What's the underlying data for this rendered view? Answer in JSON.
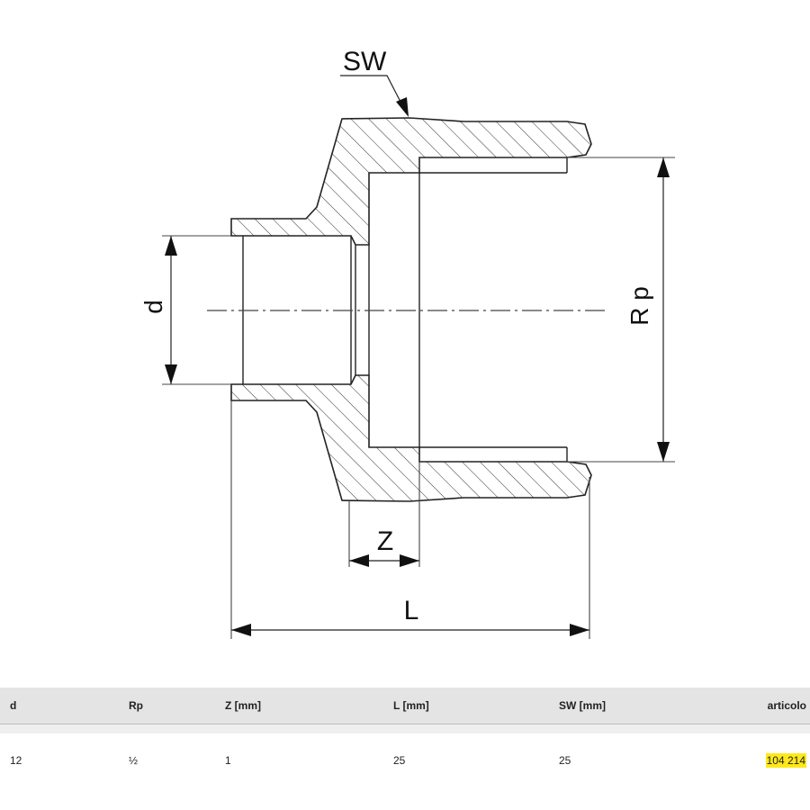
{
  "drawing": {
    "labels": {
      "sw": "SW",
      "d": "d",
      "rp": "R p",
      "z": "Z",
      "l": "L"
    }
  },
  "table": {
    "headers": [
      "d",
      "Rp",
      "Z [mm]",
      "L [mm]",
      "SW [mm]",
      "articolo"
    ],
    "rows": [
      {
        "d": "12",
        "rp": "½",
        "z": "1",
        "l": "25",
        "sw": "25",
        "articolo": "104 214"
      }
    ],
    "highlight_color": "#ffe81a"
  }
}
